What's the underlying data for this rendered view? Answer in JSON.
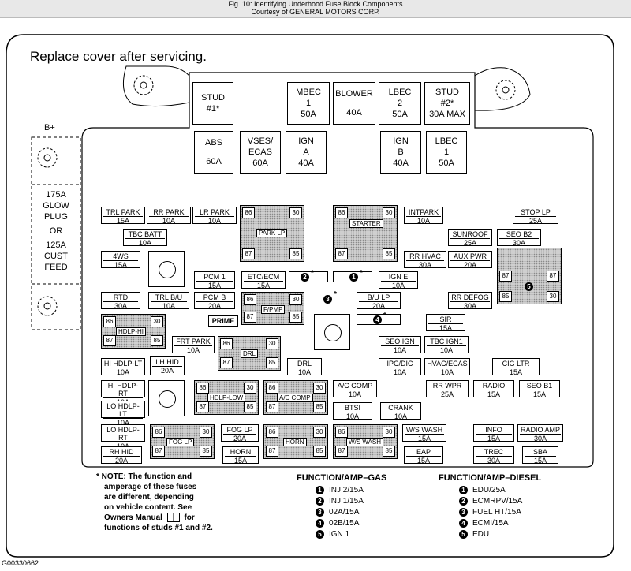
{
  "header": {
    "line1": "Fig. 10: Identifying Underhood Fuse Block Components",
    "line2": "Courtesy of GENERAL MOTORS CORP."
  },
  "diagram": {
    "cover_note": "Replace cover after servicing.",
    "b_plus": "B+",
    "side_label": [
      "175A",
      "GLOW",
      "PLUG",
      "OR",
      "125A",
      "CUST",
      "FEED"
    ],
    "studs": {
      "stud1": {
        "l1": "STUD",
        "l2": "#1*"
      },
      "stud2": {
        "l1": "STUD",
        "l2": "#2*",
        "l3": "30A MAX"
      }
    },
    "maxi_top": [
      {
        "l1": "MBEC",
        "l2": "1",
        "l3": "50A"
      },
      {
        "l1": "BLOWER",
        "l2": "40A"
      },
      {
        "l1": "LBEC",
        "l2": "2",
        "l3": "50A"
      }
    ],
    "maxi_row2": [
      {
        "l1": "ABS",
        "l2": "60A"
      },
      {
        "l1": "VSES/",
        "l2": "ECAS",
        "l3": "60A"
      },
      {
        "l1": "IGN",
        "l2": "A",
        "l3": "40A"
      },
      {
        "l1": "IGN",
        "l2": "B",
        "l3": "40A"
      },
      {
        "l1": "LBEC",
        "l2": "1",
        "l3": "50A"
      }
    ],
    "fuses": [
      {
        "n": "TRL PARK",
        "a": "15A"
      },
      {
        "n": "RR PARK",
        "a": "10A"
      },
      {
        "n": "LR PARK",
        "a": "10A"
      },
      {
        "n": "TBC BATT",
        "a": "10A"
      },
      {
        "n": "4WS",
        "a": "15A"
      },
      {
        "n": "INTPARK",
        "a": "10A"
      },
      {
        "n": "STOP LP",
        "a": "25A"
      },
      {
        "n": "SUNROOF",
        "a": "25A"
      },
      {
        "n": "SEO B2",
        "a": "30A"
      },
      {
        "n": "RR HVAC",
        "a": "30A"
      },
      {
        "n": "AUX PWR",
        "a": "20A"
      },
      {
        "n": "PCM 1",
        "a": "15A"
      },
      {
        "n": "ETC/ECM",
        "a": "15A"
      },
      {
        "n": "IGN E",
        "a": "10A"
      },
      {
        "n": "RTD",
        "a": "30A"
      },
      {
        "n": "TRL B/U",
        "a": "10A"
      },
      {
        "n": "PCM B",
        "a": "20A"
      },
      {
        "n": "B/U LP",
        "a": "20A"
      },
      {
        "n": "RR DEFOG",
        "a": "30A"
      },
      {
        "n": "SIR",
        "a": "15A"
      },
      {
        "n": "FRT PARK",
        "a": "10A"
      },
      {
        "n": "SEO IGN",
        "a": "10A"
      },
      {
        "n": "TBC IGN1",
        "a": "10A"
      },
      {
        "n": "HI HDLP-LT",
        "a": "10A"
      },
      {
        "n": "LH HID",
        "a": "20A"
      },
      {
        "n": "DRL",
        "a": "10A"
      },
      {
        "n": "IPC/DIC",
        "a": "10A"
      },
      {
        "n": "HVAC/ECAS",
        "a": "10A"
      },
      {
        "n": "CIG LTR",
        "a": "15A"
      },
      {
        "n": "HI HDLP-RT",
        "a": "10A"
      },
      {
        "n": "A/C COMP",
        "a": "10A"
      },
      {
        "n": "RR WPR",
        "a": "25A"
      },
      {
        "n": "RADIO",
        "a": "15A"
      },
      {
        "n": "SEO B1",
        "a": "15A"
      },
      {
        "n": "LO HDLP-LT",
        "a": "10A"
      },
      {
        "n": "BTSI",
        "a": "10A"
      },
      {
        "n": "CRANK",
        "a": "10A"
      },
      {
        "n": "LO HDLP-RT",
        "a": "10A"
      },
      {
        "n": "FOG LP",
        "a": "20A"
      },
      {
        "n": "W/S WASH",
        "a": "15A"
      },
      {
        "n": "INFO",
        "a": "15A"
      },
      {
        "n": "RADIO AMP",
        "a": "30A"
      },
      {
        "n": "RH HID",
        "a": "20A"
      },
      {
        "n": "HORN",
        "a": "15A"
      },
      {
        "n": "EAP",
        "a": "15A"
      },
      {
        "n": "TREC",
        "a": "30A"
      },
      {
        "n": "SBA",
        "a": "15A"
      }
    ],
    "relays": [
      "PARK LP",
      "STARTER",
      "F/PMP",
      "HDLP-HI",
      "DRL",
      "HDLP-LOW",
      "A/C COMP",
      "FOG LP",
      "HORN",
      "W/S WASH"
    ],
    "prime": "PRIME",
    "pins": [
      "86",
      "30",
      "87",
      "85"
    ],
    "circle_nums": [
      "1",
      "2",
      "3",
      "4",
      "5"
    ],
    "asterisk": "*"
  },
  "note": {
    "lines": [
      "* NOTE:  The function and",
      "amperage of these fuses",
      "are different, depending",
      "on vehicle content.  See",
      "Owners Manual",
      "for",
      "functions of studs #1 and #2."
    ]
  },
  "legend_gas": {
    "title": "FUNCTION/AMP–GAS",
    "items": [
      "INJ 2/15A",
      "INJ 1/15A",
      "02A/15A",
      "02B/15A",
      "IGN 1"
    ]
  },
  "legend_diesel": {
    "title": "FUNCTION/AMP–DIESEL",
    "items": [
      "EDU/25A",
      "ECMRPV/15A",
      "FUEL HT/15A",
      "ECMI/15A",
      "EDU"
    ]
  },
  "footer_code": "G00330662"
}
